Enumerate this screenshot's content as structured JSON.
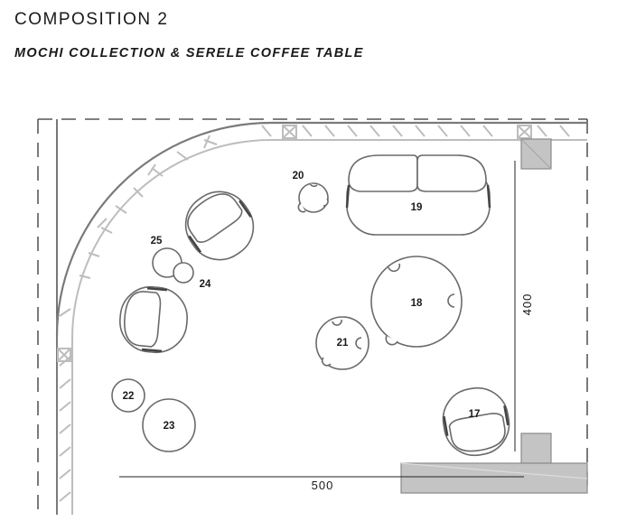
{
  "header": {
    "title": "COMPOSITION 2",
    "subtitle": "MOCHI COLLECTION & SERELE COFFEE TABLE"
  },
  "dimensions": {
    "width": "500",
    "depth": "400"
  },
  "items": {
    "i17": "17",
    "i18": "18",
    "i19": "19",
    "i20": "20",
    "i21": "21",
    "i22": "22",
    "i23": "23",
    "i24": "24",
    "i25": "25"
  },
  "colors": {
    "line": "#6e6e6e",
    "light_line": "#bdbdbd",
    "wall_fill": "#c4c4c4"
  }
}
